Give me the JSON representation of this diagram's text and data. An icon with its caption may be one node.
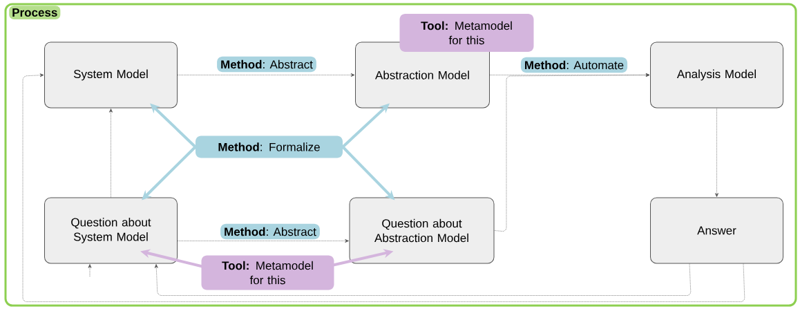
{
  "diagram": {
    "nodes": [
      {
        "text": [
          "Process"
        ]
      },
      {
        "text": [
          "System Model"
        ],
        "in": 0
      },
      {
        "text": [
          "Abstraction Model"
        ],
        "in": 0
      },
      {
        "text": [
          "Analysis Model"
        ],
        "in": 0
      },
      {
        "text": [
          "Question about System Model"
        ],
        "in": 0
      },
      {
        "text": [
          "Question about Abstraction Model"
        ],
        "in": 0
      },
      {
        "text": [
          "Answer"
        ],
        "in": 0
      },
      {
        "text": [
          "**Method**: Formalize"
        ],
        "in": 0
      },
      {
        "text": [
          "**Tool:** Metamodel for this"
        ],
        "in": 0
      },
      {
        "text": [
          "**Tool:** Metamodel for this"
        ],
        "in": 0
      }
    ],
    "edges": [
      {
        "from": 1,
        "to": 2,
        "arrow": "to",
        "label": "**Method**: Abstract",
        "style": "dashed"
      },
      {
        "from": 2,
        "to": 3,
        "arrow": "to",
        "label": "**Method**: Automate",
        "style": "dashed"
      },
      {
        "from": 5,
        "to": 3,
        "arrow": "to",
        "style": "dashed"
      },
      {
        "from": 4,
        "to": 5,
        "arrow": "to",
        "label": "**Method**: Abstract",
        "style": "dashed"
      },
      {
        "from": 4,
        "to": 1,
        "arrow": "to",
        "style": "dashed"
      },
      {
        "from": 3,
        "to": 6,
        "arrow": "to",
        "style": "dashed"
      },
      {
        "from": 6,
        "to": 4,
        "arrow": "to",
        "style": "dashed"
      },
      {
        "from": 6,
        "to": 1,
        "arrow": "to",
        "style": "dashed"
      },
      {
        "from": null,
        "to": 4,
        "arrow": "to",
        "style": "dashed"
      },
      {
        "from": 7,
        "to": 1,
        "arrow": "to",
        "style": "thick",
        "color": "#a9d4e0"
      },
      {
        "from": 7,
        "to": 2,
        "arrow": "to",
        "style": "thick",
        "color": "#a9d4e0"
      },
      {
        "from": 7,
        "to": 4,
        "arrow": "to",
        "style": "thick",
        "color": "#a9d4e0"
      },
      {
        "from": 7,
        "to": 5,
        "arrow": "to",
        "style": "thick",
        "color": "#a9d4e0"
      },
      {
        "from": 9,
        "to": 4,
        "arrow": "to",
        "style": "thick",
        "color": "#d4b5dd"
      },
      {
        "from": 9,
        "to": 5,
        "arrow": "to",
        "style": "thick",
        "color": "#d4b5dd"
      }
    ]
  }
}
